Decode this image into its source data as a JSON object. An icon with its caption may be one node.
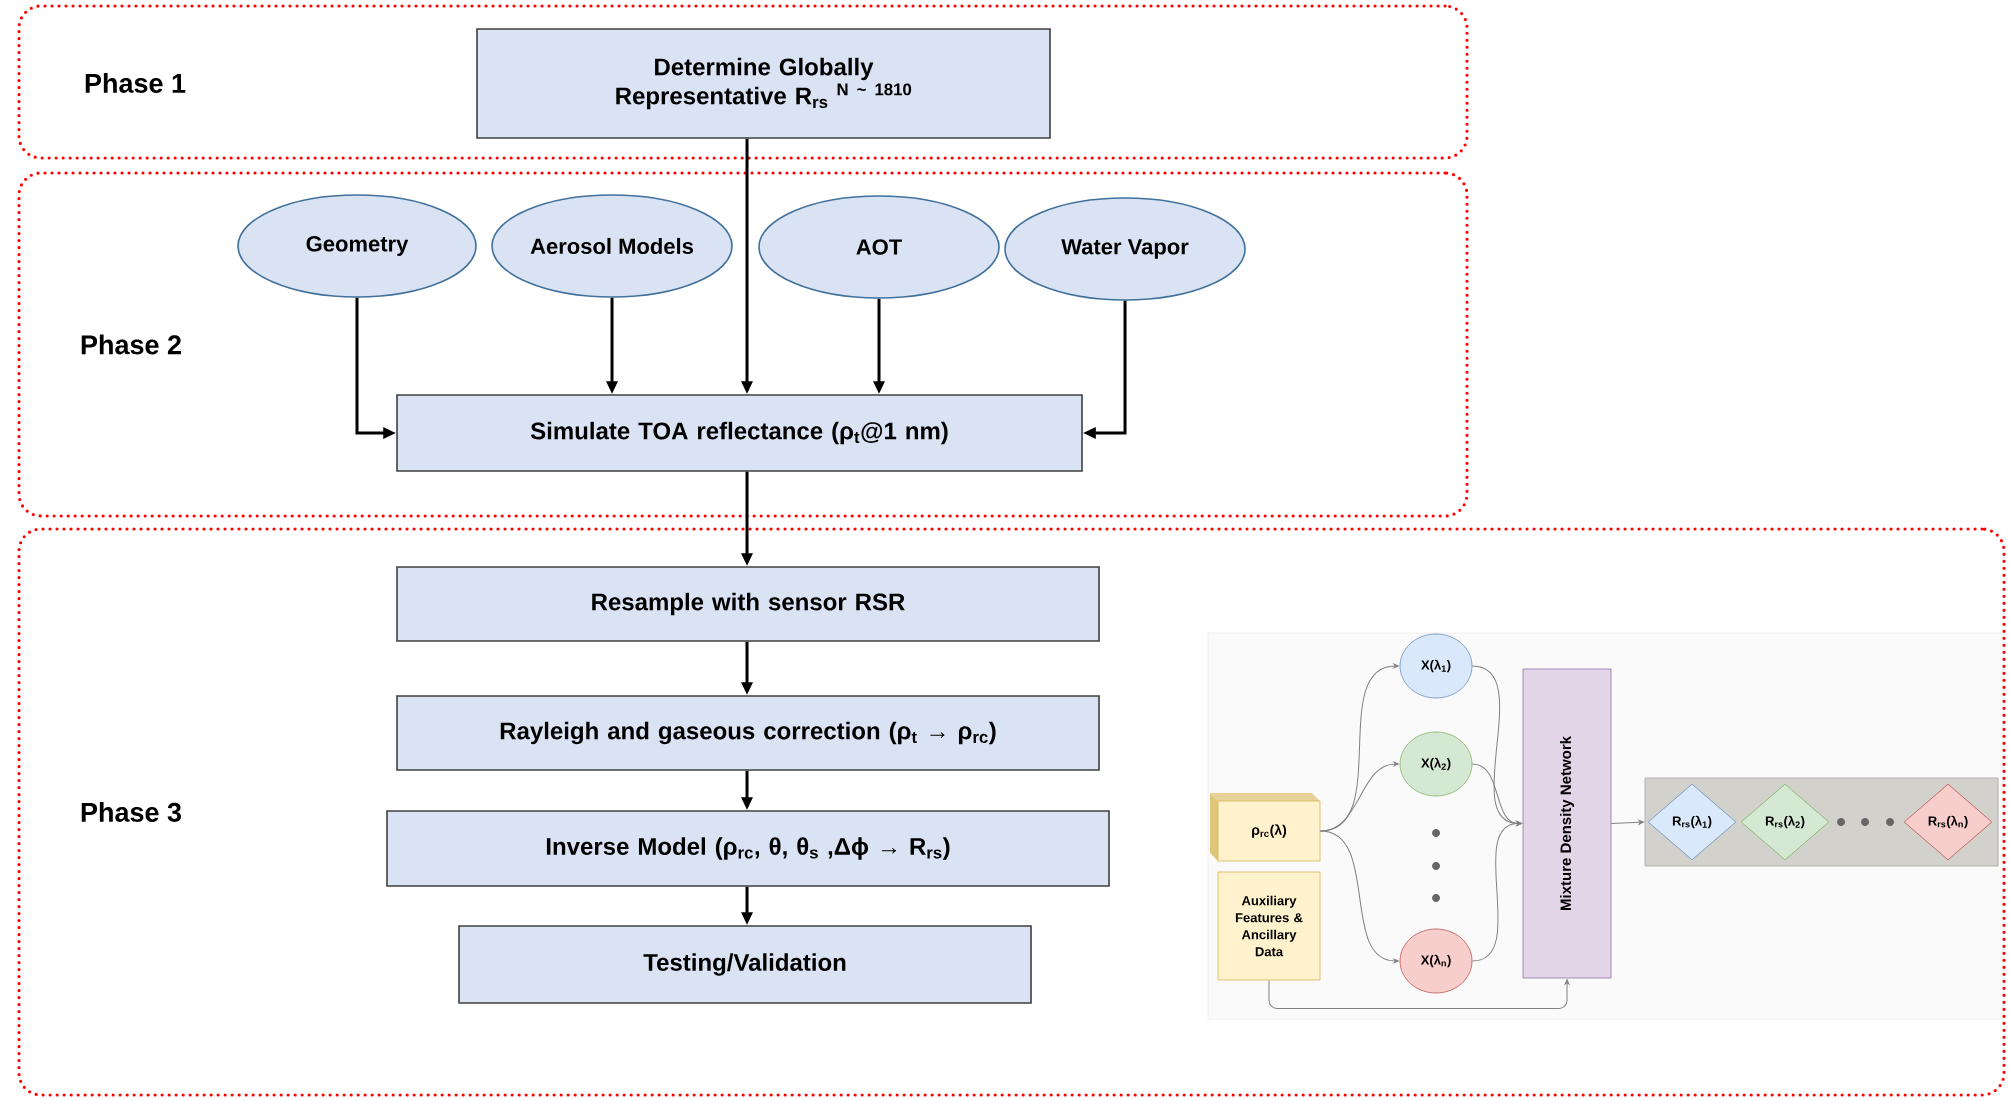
{
  "diagram": {
    "nodes": [
      {
        "text": [
          "Phase 1"
        ]
      },
      {
        "text": [
          "Determine Globally Representative R$_{rs}$ $^{N ~ 1810}$"
        ],
        "in": 0
      },
      {
        "text": [
          "Phase 2"
        ]
      },
      {
        "text": [
          "Geometry"
        ],
        "in": 2
      },
      {
        "text": [
          "Aerosol Models"
        ],
        "in": 2
      },
      {
        "text": [
          "AOT"
        ],
        "in": 2
      },
      {
        "text": [
          "Water Vapor"
        ],
        "in": 2
      },
      {
        "text": [
          "Simulate TOA reflectance (ρ$_{t}$@1 nm)"
        ],
        "in": 2
      },
      {
        "text": [
          "Phase 3"
        ]
      },
      {
        "text": [
          "Resample with sensor RSR"
        ],
        "in": 8
      },
      {
        "text": [
          "Rayleigh and gaseous correction (ρ$_{t}$ → ρ$_{rc}$)"
        ],
        "in": 8
      },
      {
        "text": [
          "Inverse Model (ρ$_{rc}$, θ, θ$_{s}$ ,Δϕ → R$_{rs}$)"
        ],
        "in": 8
      },
      {
        "text": [
          "Testing/Validation"
        ],
        "in": 8
      },
      {
        "text": [
          "ρ$_{rc}$(λ)"
        ],
        "in": 8
      },
      {
        "text": [
          "Auxiliary Features & Ancillary Data"
        ],
        "in": 8
      },
      {
        "text": [
          "X(λ$_{1}$)"
        ],
        "in": 8
      },
      {
        "text": [
          "X(λ$_{2}$)"
        ],
        "in": 8
      },
      {
        "text": [
          "X(λ$_{n}$)"
        ],
        "in": 8
      },
      {
        "text": [
          "Mixture Density Network"
        ],
        "in": 8
      },
      {
        "text": [],
        "shape": "bar",
        "in": 8
      },
      {
        "text": [
          "R$_{rs}$(λ$_{1}$)"
        ],
        "in": 19
      },
      {
        "text": [
          "R$_{rs}$(λ$_{2}$)"
        ],
        "in": 19
      },
      {
        "text": [
          "R$_{rs}$(λ$_{n}$)"
        ],
        "in": 19
      }
    ],
    "edges": [
      {
        "from": 1,
        "to": 7,
        "arrow": "to"
      },
      {
        "from": 3,
        "to": 7,
        "arrow": "to"
      },
      {
        "from": 4,
        "to": 7,
        "arrow": "to"
      },
      {
        "from": 5,
        "to": 7,
        "arrow": "to"
      },
      {
        "from": 6,
        "to": 7,
        "arrow": "to"
      },
      {
        "from": 7,
        "to": 9,
        "arrow": "to"
      },
      {
        "from": 9,
        "to": 10,
        "arrow": "to"
      },
      {
        "from": 10,
        "to": 11,
        "arrow": "to"
      },
      {
        "from": 11,
        "to": 12,
        "arrow": "to"
      },
      {
        "from": 13,
        "to": 15,
        "arrow": "to",
        "color": "#808080"
      },
      {
        "from": 13,
        "to": 16,
        "arrow": "to",
        "color": "#808080"
      },
      {
        "from": 13,
        "to": 17,
        "arrow": "to",
        "color": "#808080"
      },
      {
        "from": 15,
        "to": 18,
        "arrow": "to",
        "color": "#808080"
      },
      {
        "from": 16,
        "to": 18,
        "arrow": "to",
        "color": "#808080"
      },
      {
        "from": 17,
        "to": 18,
        "arrow": "to",
        "color": "#808080"
      },
      {
        "from": 14,
        "to": 18,
        "arrow": "to",
        "color": "#808080"
      },
      {
        "from": 18,
        "to": 19,
        "arrow": "to",
        "color": "#808080"
      }
    ]
  }
}
